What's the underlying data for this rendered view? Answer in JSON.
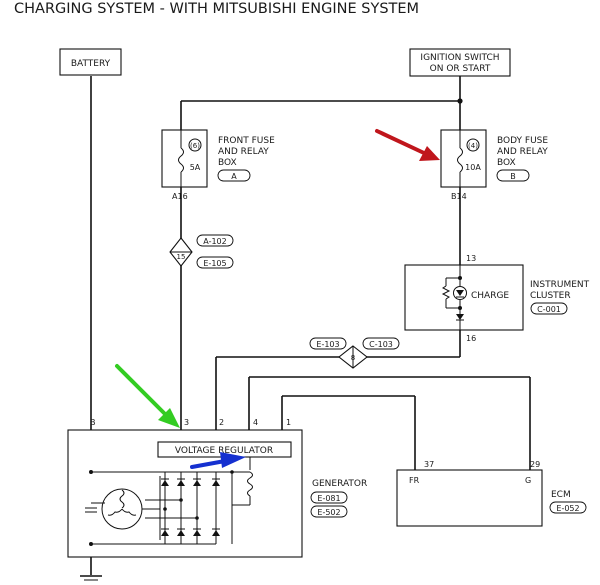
{
  "title": "CHARGING SYSTEM - WITH MITSUBISHI ENGINE SYSTEM",
  "battery": {
    "label": "BATTERY"
  },
  "ignition": {
    "line1": "IGNITION SWITCH",
    "line2": "ON OR START"
  },
  "front_fuse": {
    "rating_code": "(6)",
    "rating": "5A",
    "line1": "FRONT FUSE",
    "line2": "AND RELAY",
    "line3": "BOX",
    "badge": "A",
    "pin": "A16"
  },
  "body_fuse": {
    "rating_code": "(4)",
    "rating": "10A",
    "line1": "BODY FUSE",
    "line2": "AND RELAY",
    "line3": "BOX",
    "badge": "B",
    "pin": "B14"
  },
  "connector_15": {
    "number": "15",
    "ref1": "A-102",
    "ref2": "E-105"
  },
  "connector_8": {
    "number": "8",
    "ref1": "E-103",
    "ref2": "C-103"
  },
  "instrument_cluster": {
    "pin_in": "13",
    "pin_out": "16",
    "lamp_label": "CHARGE",
    "line1": "INSTRUMENT",
    "line2": "CLUSTER",
    "ref": "C-001"
  },
  "generator": {
    "pins": [
      "B",
      "3",
      "2",
      "4",
      "1"
    ],
    "regulator_label": "VOLTAGE REGULATOR",
    "label": "GENERATOR",
    "ref1": "E-081",
    "ref2": "E-502"
  },
  "ecm": {
    "pin_fr_num": "37",
    "pin_fr": "FR",
    "pin_g_num": "29",
    "pin_g": "G",
    "label": "ECM",
    "ref": "E-052"
  },
  "arrows": {
    "red": "#c0161c",
    "green": "#33cc22",
    "blue": "#1530d0"
  }
}
